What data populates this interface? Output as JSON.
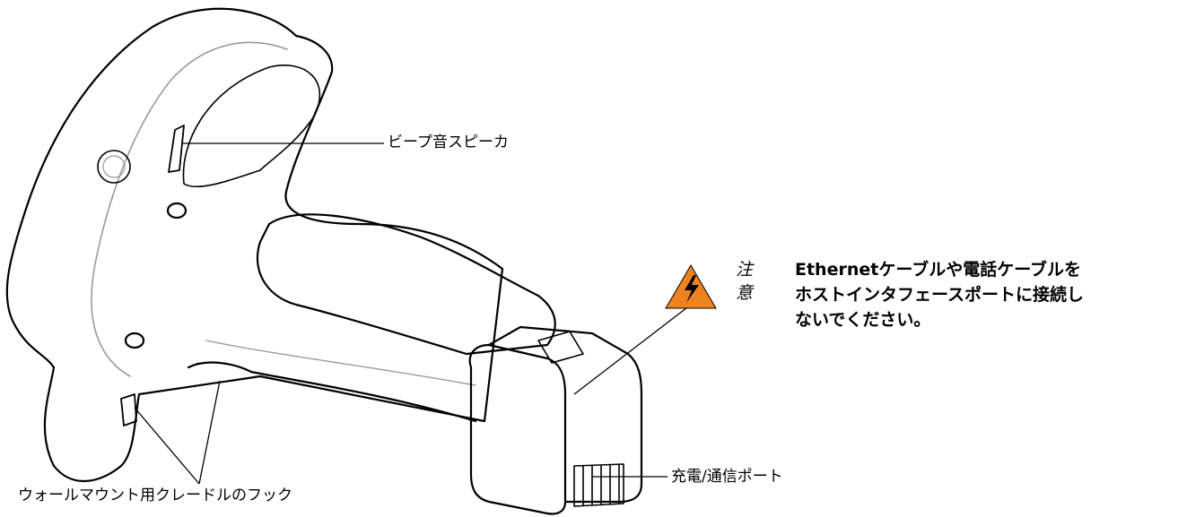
{
  "labels": {
    "speaker": "ビープ音スピーカ",
    "port": "充電/通信ポート",
    "hooks": "ウォールマウント用クレードルのフック"
  },
  "caution": {
    "title": "注意",
    "lines": [
      "Ethernetケーブルや電話ケーブルを",
      "ホストインタフェースポートに接続し",
      "ないでください。"
    ],
    "icon": "high-voltage-warning-icon",
    "icon_color": "#F0821E"
  },
  "colors": {
    "outline": "#000000",
    "inner_line": "#9a9a9a",
    "background": "#ffffff"
  }
}
